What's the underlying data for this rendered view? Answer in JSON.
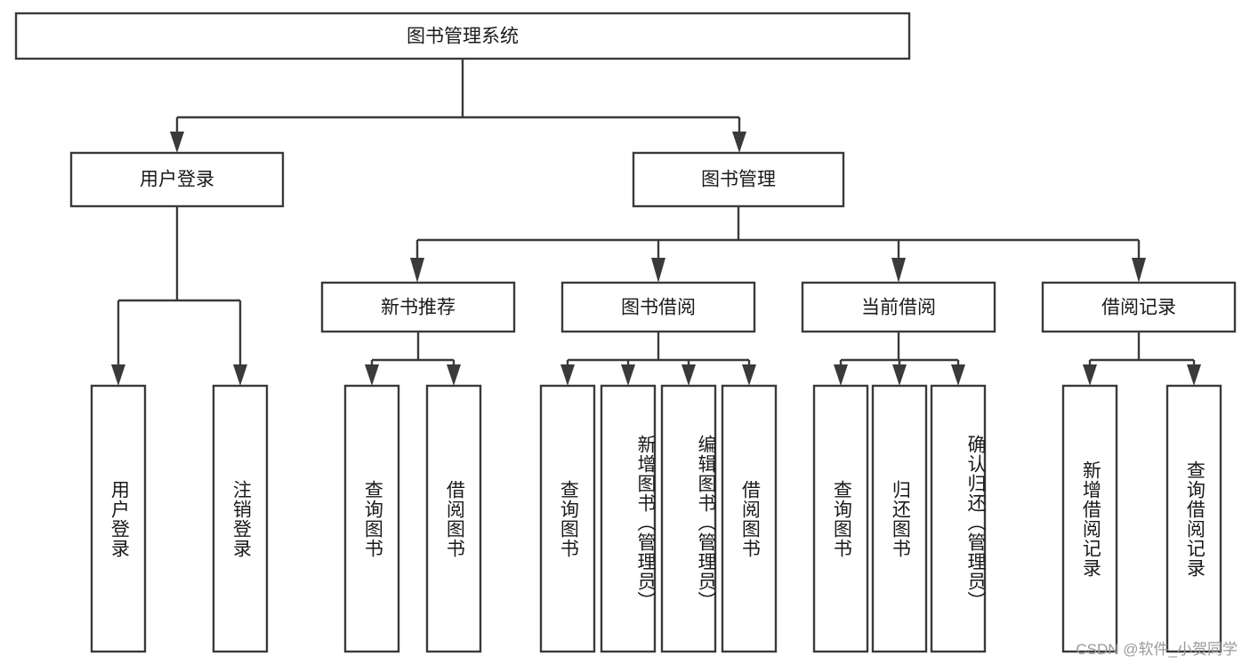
{
  "diagram": {
    "type": "tree",
    "title": "图书管理系统",
    "watermark": "CSDN @软件_小贺同学",
    "levels": {
      "root": {
        "label": "图书管理系统"
      },
      "level2": [
        {
          "label": "用户登录"
        },
        {
          "label": "图书管理"
        }
      ],
      "level3": [
        {
          "label": "新书推荐"
        },
        {
          "label": "图书借阅"
        },
        {
          "label": "当前借阅"
        },
        {
          "label": "借阅记录"
        }
      ]
    },
    "leaves": {
      "user_login": [
        {
          "label": "用户登录"
        },
        {
          "label": "注销登录"
        }
      ],
      "new_book_recommend": [
        {
          "label": "查询图书"
        },
        {
          "label": "借阅图书"
        }
      ],
      "book_borrow": [
        {
          "label": "查询图书"
        },
        {
          "label": "新增图书（管理员）"
        },
        {
          "label": "编辑图书（管理员）"
        },
        {
          "label": "借阅图书"
        }
      ],
      "current_borrow": [
        {
          "label": "查询图书"
        },
        {
          "label": "归还图书"
        },
        {
          "label": "确认归还（管理员）"
        }
      ],
      "borrow_record": [
        {
          "label": "新增借阅记录"
        },
        {
          "label": "查询借阅记录"
        }
      ]
    },
    "colors": {
      "stroke": "#3a3a3a",
      "fill": "#ffffff",
      "text": "#1a1a1a",
      "watermark": "#9a9a9a"
    }
  }
}
